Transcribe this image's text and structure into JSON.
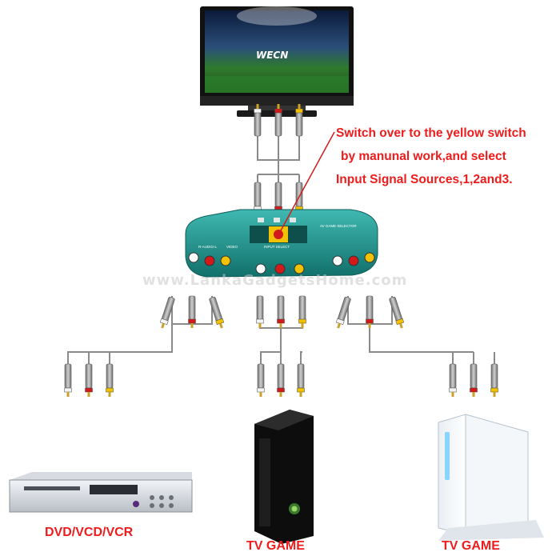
{
  "tv_screen": {
    "brand": "WECN"
  },
  "switch_box": {
    "title": "AV GAME SELECTOR",
    "select_label": "INPUT SELECT",
    "port_labels": [
      "R-AUDIO-L",
      "VIDEO"
    ]
  },
  "watermark": "www.LankaGadgetsHome.com",
  "instruction": [
    "Switch over to the yellow switch",
    "by manunal work,and select",
    "Input Signal Sources,1,2and3."
  ],
  "devices": [
    {
      "label": "DVD/VCD/VCR"
    },
    {
      "label": "TV GAME"
    },
    {
      "label": "TV GAME"
    }
  ],
  "colors": {
    "text_red": "#ee1c1c",
    "switch_teal": "#1a8f8a",
    "cable_gray": "#8a8a8a",
    "plug_yellow": "#f2c200",
    "plug_red": "#d21a1a",
    "plug_white": "#f4f4f4"
  }
}
